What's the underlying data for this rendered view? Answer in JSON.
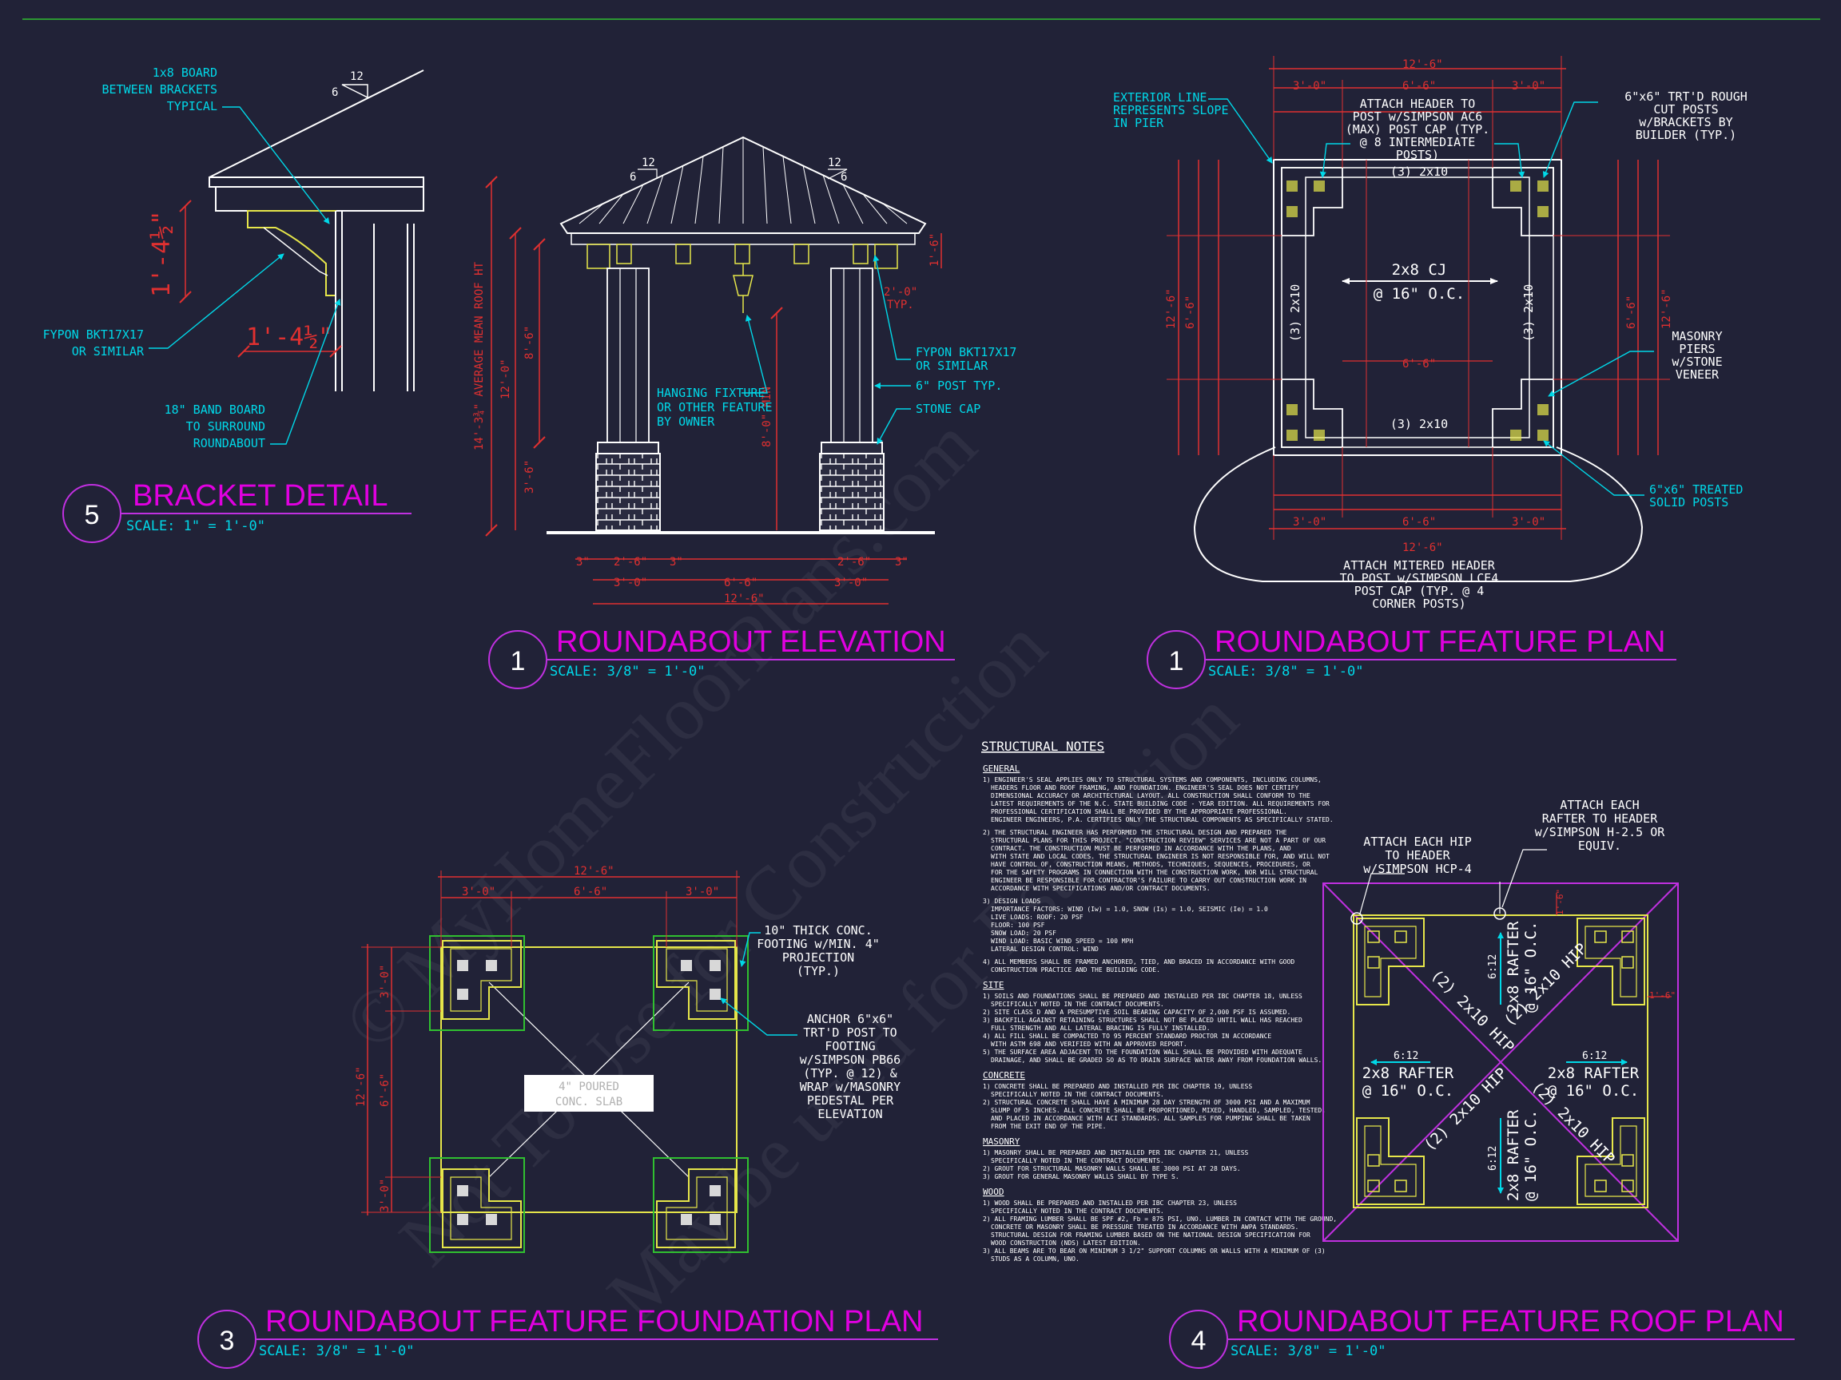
{
  "watermark": {
    "line1": "© MyHomeFloorPlans.com",
    "line2": "Not To Use for Construction",
    "line3": "May be used for Estimation"
  },
  "bracket_detail": {
    "number": "5",
    "title": "BRACKET DETAIL",
    "scale": "SCALE:  1\"  = 1'-0\"",
    "labels": {
      "board_l1": "1x8 BOARD",
      "board_l2": "BETWEEN BRACKETS",
      "board_l3": "TYPICAL",
      "pitch_rise": "6",
      "pitch_run": "12",
      "fypon_l1": "FYPON BKT17X17",
      "fypon_l2": "OR SIMILAR",
      "band_l1": "18\" BAND BOARD",
      "band_l2": "TO SURROUND",
      "band_l3": "ROUNDABOUT",
      "dim_vert": "1'-4½\"",
      "dim_horiz": "1'-4½\""
    }
  },
  "elevation": {
    "number": "1",
    "title": "ROUNDABOUT ELEVATION",
    "scale": "SCALE: 3/8\" = 1'-0\"",
    "labels": {
      "pitch_left_run": "12",
      "pitch_left_rise": "6",
      "pitch_right_run": "12",
      "pitch_right_rise": "6",
      "hanging_l1": "HANGING FIXTURE",
      "hanging_l2": "OR OTHER FEATURE",
      "hanging_l3": "BY OWNER",
      "fypon_l1": "FYPON BKT17X17",
      "fypon_l2": "OR SIMILAR",
      "post": "6\" POST TYP.",
      "stone_cap": "STONE CAP",
      "mean_roof": "14'-3¾\" AVERAGE MEAN ROOF HT",
      "dim_12_0": "12'-0\"",
      "dim_8_6": "8'-6\"",
      "dim_3_6": "3'-6\"",
      "dim_8_0_min": "8'-0\" MIN",
      "dim_1_6": "1'-6\"",
      "dim_2_0_typ_a": "2'-0\"",
      "dim_2_0_typ_b": "TYP.",
      "bot_3a": "3\"",
      "bot_2_6a": "2'-6\"",
      "bot_3b": "3\"",
      "bot_2_6b": "2'-6\"",
      "bot_3c": "3\"",
      "bot_3_0a": "3'-0\"",
      "bot_6_6": "6'-6\"",
      "bot_3_0b": "3'-0\"",
      "bot_12_6": "12'-6\""
    }
  },
  "feature_plan": {
    "number": "1",
    "title": "ROUNDABOUT FEATURE PLAN",
    "scale": "SCALE: 3/8\" = 1'-0\"",
    "labels": {
      "ext_l1": "EXTERIOR LINE",
      "ext_l2": "REPRESENTS SLOPE",
      "ext_l3": "IN PIER",
      "attach_l1": "ATTACH HEADER TO",
      "attach_l2": "POST w/SIMPSON AC6",
      "attach_l3": "(MAX) POST CAP (TYP.",
      "attach_l4": "@ 8 INTERMEDIATE",
      "attach_l5": "POSTS)",
      "rough_l1": "6\"x6\" TRT'D ROUGH",
      "rough_l2": "CUT POSTS",
      "rough_l3": "w/BRACKETS BY",
      "rough_l4": "BUILDER (TYP.)",
      "header_top": "(3) 2x10",
      "header_bot": "(3) 2x10",
      "header_left": "(3) 2x10",
      "header_right": "(3) 2x10",
      "cj_l1": "2x8 CJ",
      "cj_l2": "@ 16\" O.C.",
      "masonry_l1": "MASONRY",
      "masonry_l2": "PIERS",
      "masonry_l3": "w/STONE",
      "masonry_l4": "VENEER",
      "solid_l1": "6\"x6\" TREATED",
      "solid_l2": "SOLID POSTS",
      "mitered_l1": "ATTACH MITERED HEADER",
      "mitered_l2": "TO POST w/SIMPSON LCE4",
      "mitered_l3": "POST CAP (TYP. @ 4",
      "mitered_l4": "CORNER POSTS)",
      "dim_12_6": "12'-6\"",
      "dim_3_0a": "3'-0\"",
      "dim_6_6": "6'-6\"",
      "dim_3_0b": "3'-0\""
    }
  },
  "foundation_plan": {
    "number": "3",
    "title": "ROUNDABOUT FEATURE FOUNDATION PLAN",
    "scale": "SCALE: 3/8\" = 1'-0\"",
    "labels": {
      "footing_l1": "10\" THICK CONC.",
      "footing_l2": "FOOTING w/MIN. 4\"",
      "footing_l3": "PROJECTION",
      "footing_l4": "(TYP.)",
      "anchor_l1": "ANCHOR 6\"x6\"",
      "anchor_l2": "TRT'D POST TO",
      "anchor_l3": "FOOTING",
      "anchor_l4": "w/SIMPSON PB66",
      "anchor_l5": "(TYP. @ 12) &",
      "anchor_l6": "WRAP w/MASONRY",
      "anchor_l7": "PEDESTAL PER",
      "anchor_l8": "ELEVATION",
      "slab_l1": "4\" POURED",
      "slab_l2": "CONC. SLAB",
      "dim_12_6": "12'-6\"",
      "dim_3_0a": "3'-0\"",
      "dim_6_6": "6'-6\"",
      "dim_3_0b": "3'-0\""
    }
  },
  "roof_plan": {
    "number": "4",
    "title": "ROUNDABOUT FEATURE ROOF PLAN",
    "scale": "SCALE: 3/8\" = 1'-0\"",
    "labels": {
      "hip_attach_l1": "ATTACH EACH HIP",
      "hip_attach_l2": "TO HEADER",
      "hip_attach_l3": "w/SIMPSON HCP-4",
      "rafter_attach_l1": "ATTACH EACH",
      "rafter_attach_l2": "RAFTER TO HEADER",
      "rafter_attach_l3": "w/SIMPSON H-2.5 OR",
      "rafter_attach_l4": "EQUIV.",
      "pitch": "6:12",
      "rafter_l1": "2x8 RAFTER",
      "rafter_l2": "@ 16\" O.C.",
      "hip": "(2) 2x10 HIP",
      "dim_1_6": "1'-6\""
    }
  },
  "structural_notes": {
    "title": "STRUCTURAL NOTES",
    "sections": [
      {
        "heading": "GENERAL",
        "lines": [
          "1) ENGINEER'S SEAL APPLIES ONLY TO STRUCTURAL SYSTEMS AND COMPONENTS, INCLUDING COLUMNS,",
          "HEADERS FLOOR AND ROOF FRAMING, AND FOUNDATION. ENGINEER'S SEAL DOES NOT CERTIFY",
          "DIMENSIONAL ACCURACY OR ARCHITECTURAL LAYOUT. ALL CONSTRUCTION SHALL CONFORM TO THE",
          "LATEST REQUIREMENTS OF THE N.C. STATE BUILDING CODE - YEAR EDITION. ALL REQUIREMENTS FOR",
          "PROFESSIONAL CERTIFICATION SHALL BE PROVIDED BY THE APPROPRIATE PROFESSIONAL.",
          "ENGINEER ENGINEERS, P.A. CERTIFIES ONLY THE STRUCTURAL COMPONENTS AS SPECIFICALLY STATED.",
          "",
          "2) THE STRUCTURAL ENGINEER HAS PERFORMED THE STRUCTURAL DESIGN AND PREPARED THE",
          "STRUCTURAL PLANS FOR THIS PROJECT. \"CONSTRUCTION REVIEW\" SERVICES ARE NOT A PART OF OUR",
          "CONTRACT. THE CONSTRUCTION MUST BE PERFORMED IN ACCORDANCE WITH THE PLANS, AND",
          "WITH STATE AND LOCAL CODES. THE STRUCTURAL ENGINEER IS NOT RESPONSIBLE FOR, AND WILL NOT",
          "HAVE CONTROL OF, CONSTRUCTION MEANS, METHODS, TECHNIQUES, SEQUENCES, PROCEDURES, OR",
          "FOR THE SAFETY PROGRAMS IN CONNECTION WITH THE CONSTRUCTION WORK, NOR WILL STRUCTURAL",
          "ENGINEER BE RESPONSIBLE FOR CONTRACTOR'S FAILURE TO CARRY OUT CONSTRUCTION WORK IN",
          "ACCORDANCE WITH SPECIFICATIONS AND/OR CONTRACT DOCUMENTS.",
          "",
          "3) DESIGN LOADS",
          "IMPORTANCE FACTORS: WIND (Iw) = 1.0, SNOW (Is) = 1.0, SEISMIC (Ie) = 1.0",
          "LIVE LOADS:   ROOF: 20 PSF",
          "FLOOR: 100 PSF",
          "SNOW LOAD: 20 PSF",
          "WIND LOAD: BASIC WIND SPEED = 100 MPH",
          "LATERAL DESIGN CONTROL: WIND",
          "",
          "4) ALL MEMBERS SHALL BE FRAMED ANCHORED, TIED, AND BRACED IN ACCORDANCE WITH GOOD",
          "CONSTRUCTION PRACTICE AND THE BUILDING CODE."
        ]
      },
      {
        "heading": "SITE",
        "lines": [
          "1) SOILS AND FOUNDATIONS SHALL BE PREPARED AND INSTALLED PER IBC CHAPTER 18, UNLESS",
          "SPECIFICALLY NOTED IN THE CONTRACT DOCUMENTS.",
          "2) SITE CLASS D  AND A PRESUMPTIVE SOIL BEARING CAPACITY OF 2,000 PSF IS ASSUMED.",
          "3) BACKFILL AGAINST RETAINING STRUCTURES SHALL NOT BE PLACED UNTIL WALL HAS REACHED",
          "FULL STRENGTH AND ALL LATERAL BRACING IS FULLY INSTALLED.",
          "4) ALL FILL SHALL BE COMPACTED TO 95 PERCENT STANDARD PROCTOR IN ACCORDANCE",
          "WITH ASTM 698 AND VERIFIED WITH AN APPROVED REPORT.",
          "5) THE SURFACE AREA ADJACENT TO THE FOUNDATION WALL SHALL BE PROVIDED WITH ADEQUATE",
          "DRAINAGE, AND SHALL BE GRADED SO AS TO DRAIN SURFACE WATER AWAY FROM FOUNDATION WALLS."
        ]
      },
      {
        "heading": "CONCRETE",
        "lines": [
          "1) CONCRETE SHALL BE PREPARED AND INSTALLED PER IBC CHAPTER 19, UNLESS",
          "SPECIFICALLY NOTED IN THE CONTRACT DOCUMENTS.",
          "2) STRUCTURAL CONCRETE SHALL HAVE A MINIMUM 28 DAY STRENGTH OF 3000 PSI AND A  MAXIMUM",
          "SLUMP OF 5 INCHES.  ALL CONCRETE SHALL BE PROPORTIONED, MIXED, HANDLED, SAMPLED, TESTED,",
          "AND PLACED IN ACCORDANCE WITH ACI STANDARDS.  ALL SAMPLES FOR PUMPING SHALL BE TAKEN",
          "FROM THE EXIT END OF THE PIPE."
        ]
      },
      {
        "heading": "MASONRY",
        "lines": [
          "1) MASONRY SHALL BE PREPARED AND INSTALLED PER IBC CHAPTER 21, UNLESS",
          "SPECIFICALLY NOTED IN THE CONTRACT DOCUMENTS.",
          "2) GROUT FOR STRUCTURAL MASONRY WALLS SHALL BE 3000 PSI AT 28 DAYS.",
          "3) GROUT FOR GENERAL MASONRY WALLS SHALL BY TYPE S."
        ]
      },
      {
        "heading": "WOOD",
        "lines": [
          "1) WOOD SHALL BE PREPARED AND INSTALLED PER IBC CHAPTER 23, UNLESS",
          "SPECIFICALLY NOTED IN THE CONTRACT DOCUMENTS.",
          "2) ALL FRAMING LUMBER SHALL BE SPF #2, Fb = 875 PSI, UNO.  LUMBER IN CONTACT WITH THE GROUND,",
          "CONCRETE OR MASONRY SHALL BE PRESSURE TREATED IN ACCORDANCE WITH AWPA STANDARDS.",
          "STRUCTURAL DESIGN FOR FRAMING LUMBER BASED ON THE NATIONAL DESIGN SPECIFICATION FOR",
          "WOOD CONSTRUCTION (NDS) LATEST EDITION.",
          "3) ALL BEAMS ARE TO BEAR ON MINIMUM 3 1/2\" SUPPORT COLUMNS OR WALLS WITH A MINIMUM OF (3)",
          "STUDS AS A COLUMN, UNO."
        ]
      }
    ]
  }
}
